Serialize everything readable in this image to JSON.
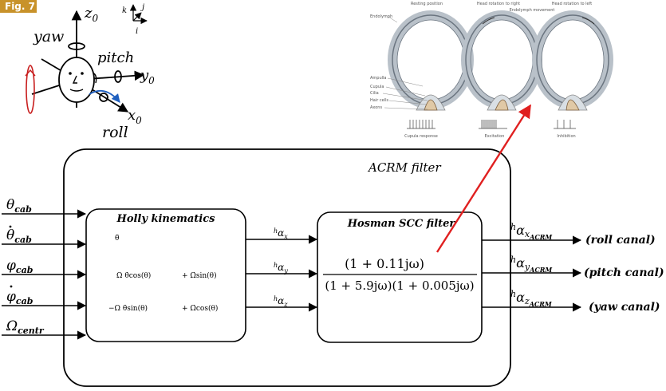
{
  "figure_tag": "Fig. 7",
  "head": {
    "yaw": "yaw",
    "pitch": "pitch",
    "roll": "roll",
    "z": "z",
    "y": "y",
    "x": "x",
    "sub0": "0"
  },
  "frame": {
    "k": "k",
    "j": "j",
    "i": "i"
  },
  "canal_panel": {
    "headers": [
      "Resting position",
      "Head rotation to right",
      "Endolymph movement",
      "Head rotation to left"
    ],
    "parts": [
      "Endolymph",
      "Ampulla",
      "Cupula",
      "Cilia",
      "Hair cells",
      "Axons"
    ],
    "captions": [
      "Cupula response",
      "Excitation",
      "Inhibition"
    ]
  },
  "acrm": {
    "title": "ACRM filter"
  },
  "inputs": [
    {
      "sym": "θ",
      "sub": "cab",
      "dot": false
    },
    {
      "sym": "θ",
      "sub": "cab",
      "dot": true
    },
    {
      "sym": "φ",
      "sub": "cab",
      "dot": false
    },
    {
      "sym": "φ",
      "sub": "cab",
      "dot": true
    },
    {
      "sym": "Ω",
      "sub": "centr",
      "dot": false
    }
  ],
  "holly": {
    "title": "Holly kinematics",
    "row1": "θ̈",
    "row2a": "Ω   θ̇cos(θ)",
    "row2b": "+  Ω̇sin(θ)",
    "row3a": "−Ω   θ̇sin(θ)",
    "row3b": "+  Ω̇cos(θ)"
  },
  "mid_signals": [
    {
      "pre": "h",
      "sym": "α",
      "sub": "x"
    },
    {
      "pre": "h",
      "sym": "α",
      "sub": "y"
    },
    {
      "pre": "h",
      "sym": "α",
      "sub": "z"
    }
  ],
  "hosman": {
    "title": "Hosman SCC filter",
    "numerator": "(1 + 0.11jω)",
    "denominator": "(1 + 5.9jω)(1 + 0.005jω)"
  },
  "outputs": [
    {
      "pre": "h",
      "sym": "α",
      "sub": "x",
      "subsub": "ACRM",
      "label": "(roll canal)"
    },
    {
      "pre": "h",
      "sym": "α",
      "sub": "y",
      "subsub": "ACRM",
      "label": "(pitch canal)"
    },
    {
      "pre": "h",
      "sym": "α",
      "sub": "z",
      "subsub": "ACRM",
      "label": "(yaw canal)"
    }
  ],
  "colors": {
    "arrow_red": "#e02020",
    "rot_blue": "#1f5fbf",
    "rot_red": "#c81e1e",
    "tag_gold": "#c8922a",
    "canal_fill": "#c8cfd6"
  }
}
